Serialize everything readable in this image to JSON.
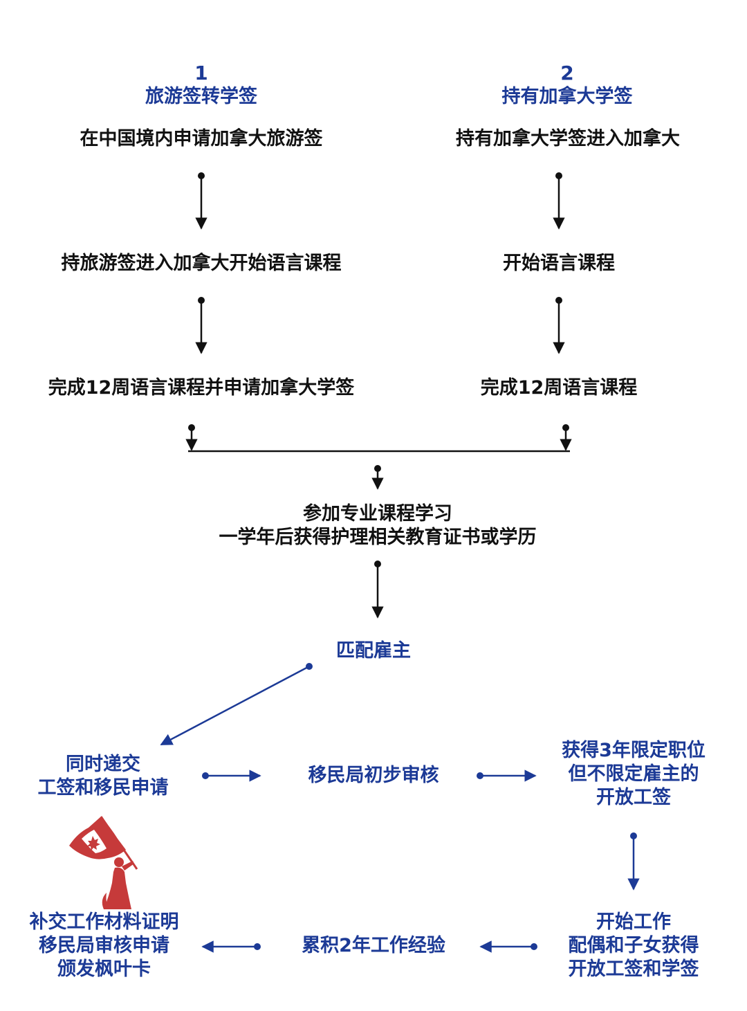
{
  "colors": {
    "blue": "#1c3a96",
    "black": "#111111",
    "red": "#c63a3a"
  },
  "path1": {
    "number": "1",
    "title": "旅游签转学签",
    "step1": "在中国境内申请加拿大旅游签",
    "step2": "持旅游签进入加拿大开始语言课程",
    "step3": "完成12周语言课程并申请加拿大学签"
  },
  "path2": {
    "number": "2",
    "title": "持有加拿大学签",
    "step1": "持有加拿大学签进入加拿大",
    "step2": "开始语言课程",
    "step3": "完成12周语言课程"
  },
  "merge": {
    "line1": "参加专业课程学习",
    "line2": "一学年后获得护理相关教育证书或学历"
  },
  "employer": "匹配雇主",
  "flow": {
    "submit": [
      "同时递交",
      "工签和移民申请"
    ],
    "review": "移民局初步审核",
    "open_permit": [
      "获得3年限定职位",
      "但不限定雇主的",
      "开放工签"
    ],
    "start_work": [
      "开始工作",
      "配偶和子女获得",
      "开放工签和学签"
    ],
    "experience": "累积2年工作经验",
    "final": [
      "补交工作材料证明",
      "移民局审核申请",
      "颁发枫叶卡"
    ]
  },
  "illustration": "woman-with-canadian-flag-icon"
}
